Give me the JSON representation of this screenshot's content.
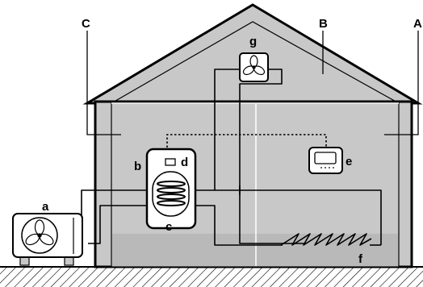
{
  "diagram": {
    "callouts": {
      "a": "a",
      "b": "b",
      "c": "c",
      "d": "d",
      "e": "e",
      "f": "f",
      "g": "g",
      "A": "A",
      "B": "B",
      "C": "C"
    }
  },
  "colors": {
    "wall_fill": "#c8c8c8",
    "floor_fill": "#b9b9b9",
    "room_divider": "#ffffff",
    "component_fill": "#ffffff",
    "stroke": "#000000"
  },
  "icons": {
    "outdoor_unit": "fan-icon",
    "ventilation_unit": "fan-icon",
    "room_thermostat": "thermostat-icon",
    "hot_water_tank": "coil-icon"
  }
}
